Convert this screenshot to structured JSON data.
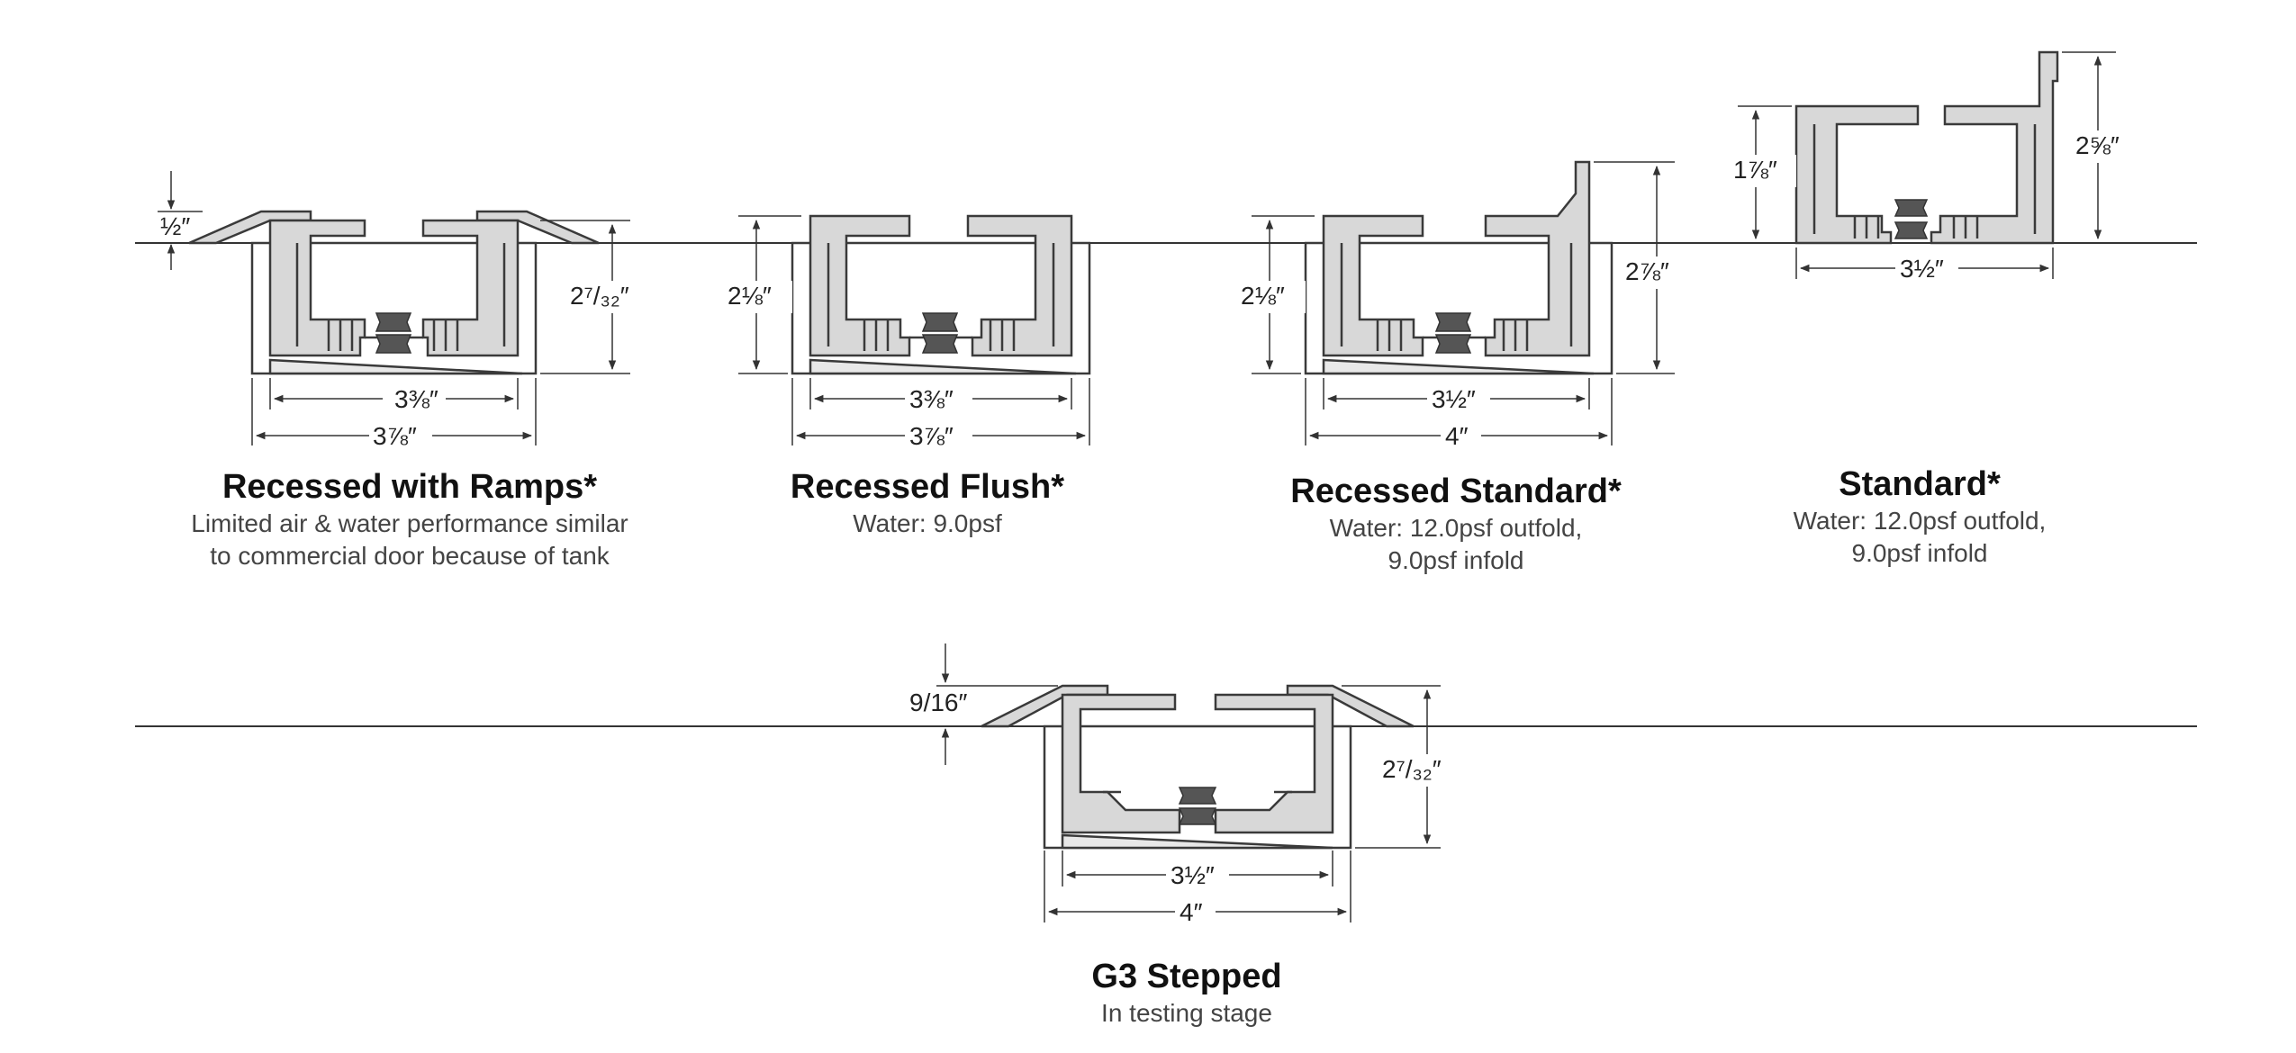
{
  "sections": [
    {
      "title": "Recessed with Ramps*",
      "notes": [
        "Limited air & water performance similar",
        "to commercial door because of tank"
      ],
      "dims": {
        "ramp_height": "½″",
        "height": "2⁷/₃₂″",
        "inner_width": "3⅜″",
        "outer_width": "3⅞″"
      }
    },
    {
      "title": "Recessed Flush*",
      "notes": [
        "Water: 9.0psf"
      ],
      "dims": {
        "height": "2⅛″",
        "inner_width": "3⅜″",
        "outer_width": "3⅞″"
      }
    },
    {
      "title": "Recessed Standard*",
      "notes": [
        "Water: 12.0psf outfold,",
        "9.0psf infold"
      ],
      "dims": {
        "left_height": "2⅛″",
        "right_height": "2⅞″",
        "inner_width": "3½″",
        "outer_width": "4″"
      }
    },
    {
      "title": "Standard*",
      "notes": [
        "Water: 12.0psf outfold,",
        "9.0psf infold"
      ],
      "dims": {
        "left_height": "1⅞″",
        "right_height": "2⅝″",
        "width": "3½″"
      }
    },
    {
      "title": "G3 Stepped",
      "notes": [
        "In testing stage"
      ],
      "dims": {
        "ramp_height": "9/16″",
        "height": "2⁷/₃₂″",
        "inner_width": "3½″",
        "outer_width": "4″"
      }
    }
  ],
  "colors": {
    "profile_fill": "#d8d8d8",
    "line": "#3a3a3a",
    "seal": "#555555"
  }
}
